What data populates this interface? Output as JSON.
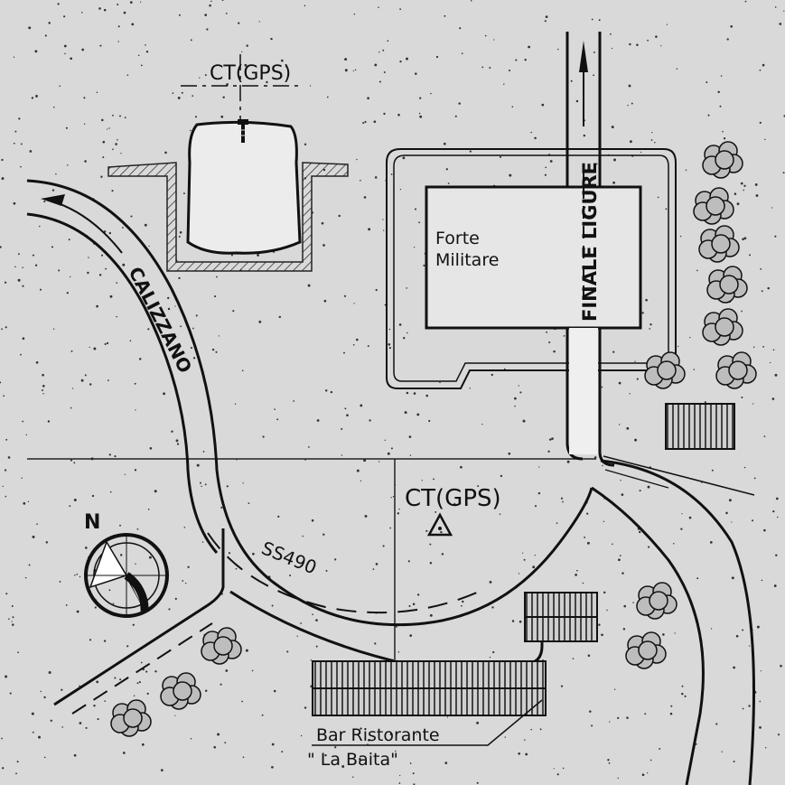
{
  "labels": {
    "ct_gps_top": "CT(GPS)",
    "ct_gps_main": "CT(GPS)",
    "forte_line1": "Forte",
    "forte_line2": "Militare",
    "finale_ligure": "FINALE LIGURE",
    "calizzano": "CALIZZANO",
    "ss490": "SS490",
    "bar_line1": "Bar Ristorante",
    "bar_line2": "\" La Baita\"",
    "north": "N"
  },
  "icons": {
    "gps_marker": "triangle-dot-icon",
    "survey_nail": "screw-icon",
    "compass": "north-arrow-icon",
    "road_arrow": "direction-arrow-icon"
  },
  "colors": {
    "paper": "#d9d9d9",
    "ink": "#111111",
    "road_fill": "#eeeeee",
    "building": "#555555"
  }
}
